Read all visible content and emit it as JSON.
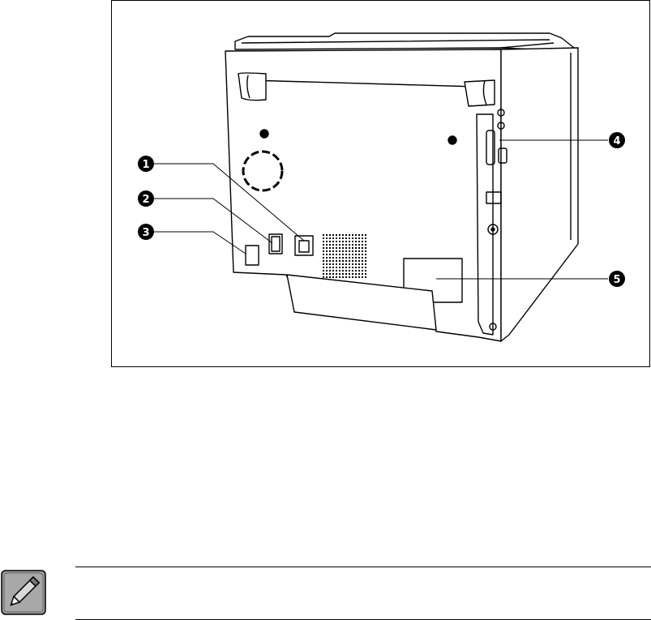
{
  "figure": {
    "callouts": [
      {
        "number": "1",
        "glyph": "❶"
      },
      {
        "number": "2",
        "glyph": "❷"
      },
      {
        "number": "3",
        "glyph": "❸"
      },
      {
        "number": "4",
        "glyph": "❹"
      },
      {
        "number": "5",
        "glyph": "❺"
      }
    ]
  },
  "note": {
    "icon": "pencil-note-icon"
  }
}
